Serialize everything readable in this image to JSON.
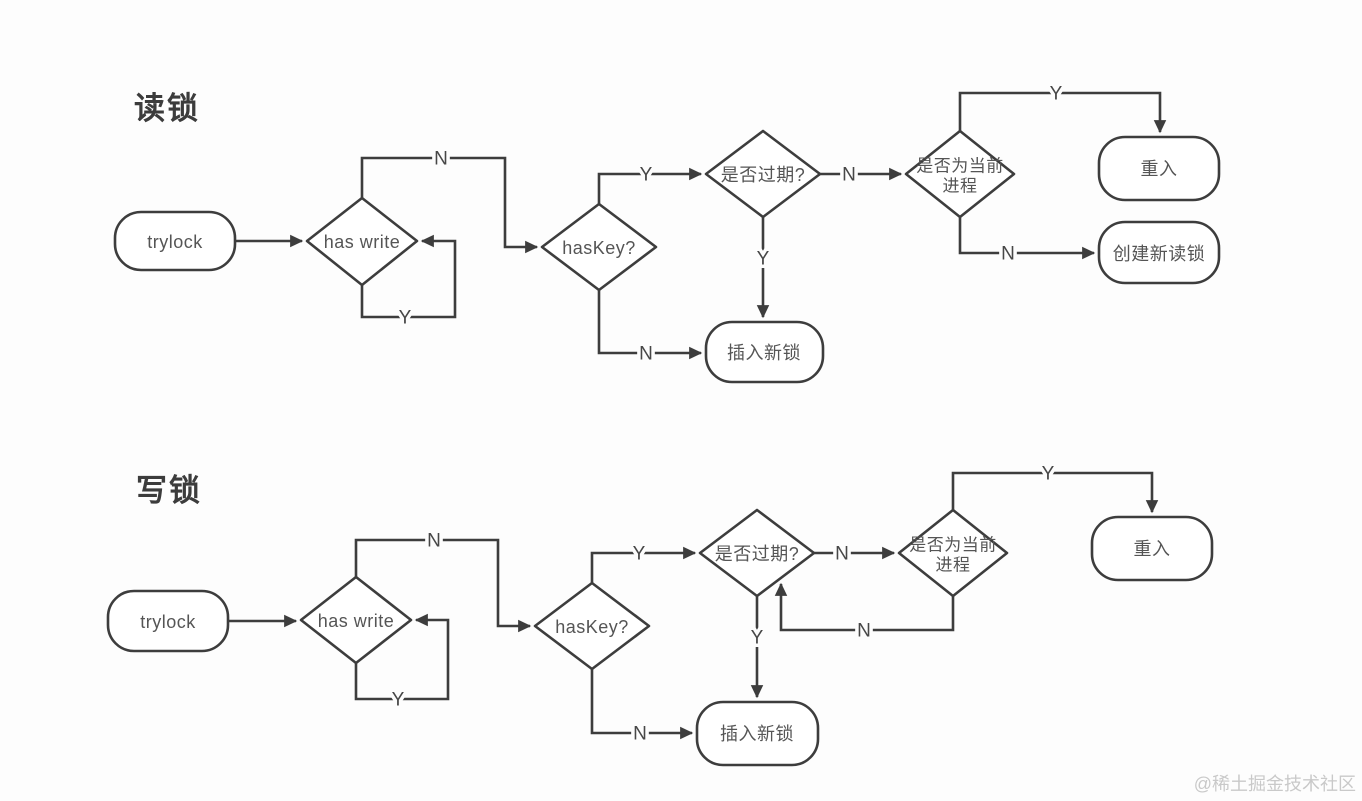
{
  "watermark": "@稀土掘金技术社区",
  "colors": {
    "line": "#3d3d3d",
    "node_fill": "#ffffff",
    "node_text": "#555555",
    "edge_label_text": "#474747",
    "title_text": "#3c3c3c",
    "watermark_text": "#c9c9c9",
    "background": "#fdfdfd"
  },
  "read_lock": {
    "title": "读锁",
    "nodes": {
      "trylock": "trylock",
      "has_write": "has write",
      "has_key": "hasKey?",
      "is_expired": "是否过期?",
      "is_current_line1": "是否为当前",
      "is_current_line2": "进程",
      "insert_new_lock": "插入新锁",
      "reenter": "重入",
      "create_new_read_lock": "创建新读锁"
    },
    "edge_labels": {
      "has_write_n": "N",
      "has_write_loop_y": "Y",
      "has_key_y": "Y",
      "has_key_n": "N",
      "expired_y": "Y",
      "expired_n": "N",
      "current_y": "Y",
      "current_n": "N"
    }
  },
  "write_lock": {
    "title": "写锁",
    "nodes": {
      "trylock": "trylock",
      "has_write": "has write",
      "has_key": "hasKey?",
      "is_expired": "是否过期?",
      "is_current_line1": "是否为当前",
      "is_current_line2": "进程",
      "insert_new_lock": "插入新锁",
      "reenter": "重入"
    },
    "edge_labels": {
      "has_write_n": "N",
      "has_write_loop_y": "Y",
      "has_key_y": "Y",
      "has_key_n": "N",
      "expired_y": "Y",
      "expired_n": "N",
      "current_y": "Y",
      "current_n": "N"
    }
  }
}
